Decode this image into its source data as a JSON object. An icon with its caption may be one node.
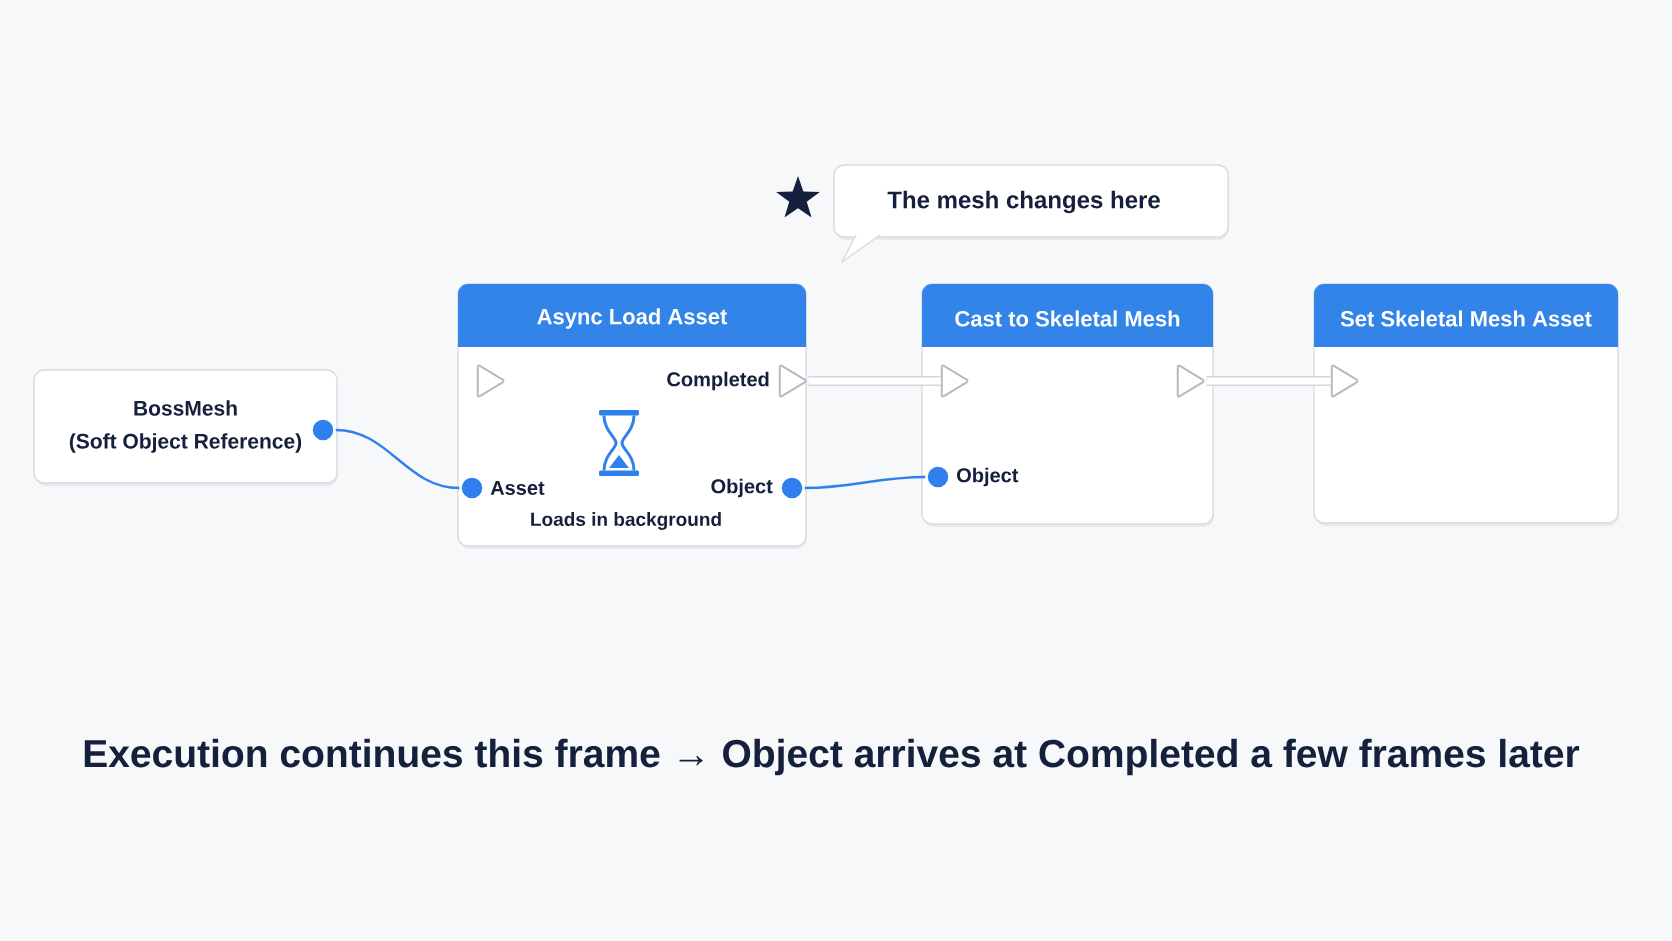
{
  "diagram": {
    "caption": "Execution continues this frame → Object arrives at Completed a few frames later",
    "nodes": [
      {
        "text": [
          "The mesh changes here"
        ]
      },
      {
        "text": [
          "BossMesh",
          "(Soft Object Reference)"
        ]
      },
      {
        "text": [],
        "shape": "circle",
        "in": 1
      },
      {
        "text": [
          "Async Load Asset",
          "Loads in background"
        ]
      },
      {
        "text": [],
        "shape": "triangle",
        "in": 3
      },
      {
        "text": [],
        "shape": "triangle",
        "in": 3,
        "beside": [
          "Completed"
        ]
      },
      {
        "text": [],
        "shape": "circle",
        "in": 3,
        "beside": [
          "Asset"
        ]
      },
      {
        "text": [],
        "shape": "circle",
        "in": 3,
        "beside": [
          "Object"
        ]
      },
      {
        "text": [
          "Cast to Skeletal Mesh"
        ]
      },
      {
        "text": [],
        "shape": "triangle",
        "in": 8
      },
      {
        "text": [],
        "shape": "triangle",
        "in": 8
      },
      {
        "text": [],
        "shape": "circle",
        "in": 8,
        "beside": [
          "Object"
        ]
      },
      {
        "text": [
          "Set Skeletal Mesh Asset"
        ]
      },
      {
        "text": [],
        "shape": "triangle",
        "in": 12
      }
    ],
    "edges": [
      {
        "from": 2,
        "to": 6,
        "arrow": "none",
        "color": "#2f80ed"
      },
      {
        "from": 5,
        "to": 9,
        "arrow": "none",
        "style": "thick",
        "color": "#d3d7dd"
      },
      {
        "from": 7,
        "to": 11,
        "arrow": "none",
        "color": "#2f80ed"
      },
      {
        "from": 10,
        "to": 13,
        "arrow": "none",
        "style": "thick",
        "color": "#d3d7dd"
      }
    ]
  }
}
